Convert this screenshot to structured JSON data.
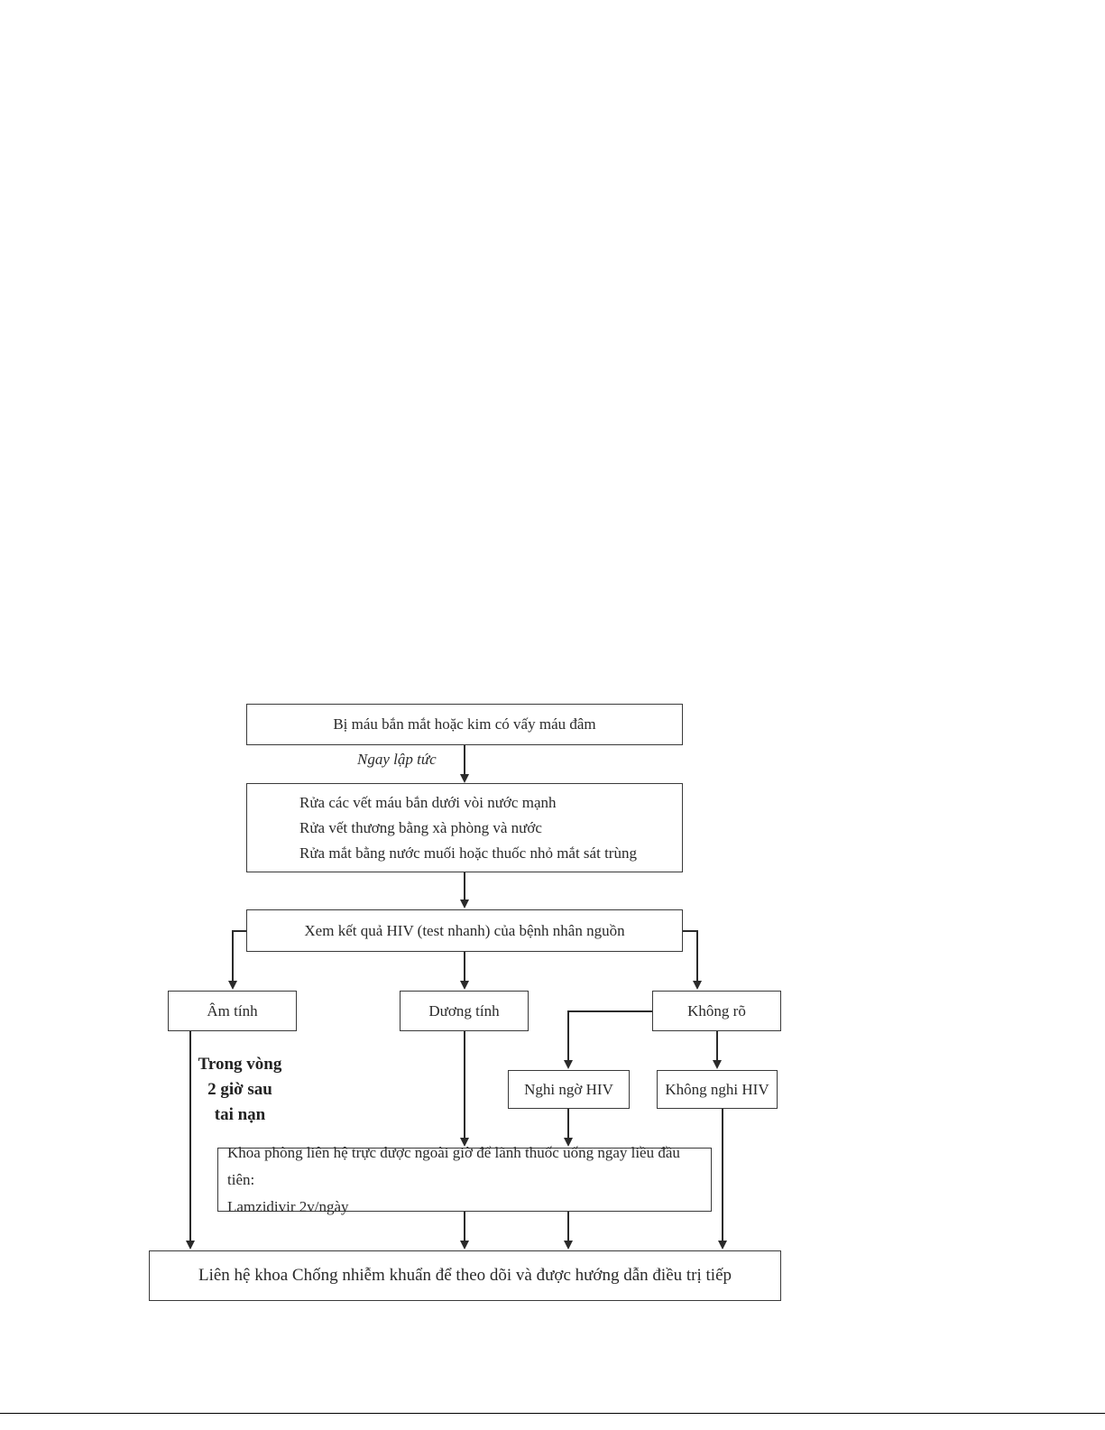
{
  "flowchart": {
    "start": "Bị máu bắn mắt hoặc kim có vấy máu đâm",
    "immediately": "Ngay lập tức",
    "wash_steps": [
      "Rửa các vết máu bắn dưới vòi nước mạnh",
      "Rửa vết thương bằng xà phòng và nước",
      "Rửa mắt bằng nước muối hoặc thuốc nhỏ mắt sát trùng"
    ],
    "check_hiv": "Xem kết quả HIV (test nhanh) của bệnh nhân nguồn",
    "negative": "Âm tính",
    "positive": "Dương tính",
    "unclear": "Không rõ",
    "suspect_hiv": "Nghi ngờ HIV",
    "not_suspect_hiv": "Không nghi HIV",
    "time_note": [
      "Trong vòng",
      "2 giờ sau",
      "tai nạn"
    ],
    "medication": [
      "Khoa phòng liên hệ trực dược ngoài giờ để lãnh thuốc uống ngay liều đầu tiên:",
      "Lamzidivir 2v/ngày"
    ],
    "final": "Liên hệ khoa Chống nhiễm khuẩn để theo dõi và được hướng dẫn điều trị tiếp"
  }
}
